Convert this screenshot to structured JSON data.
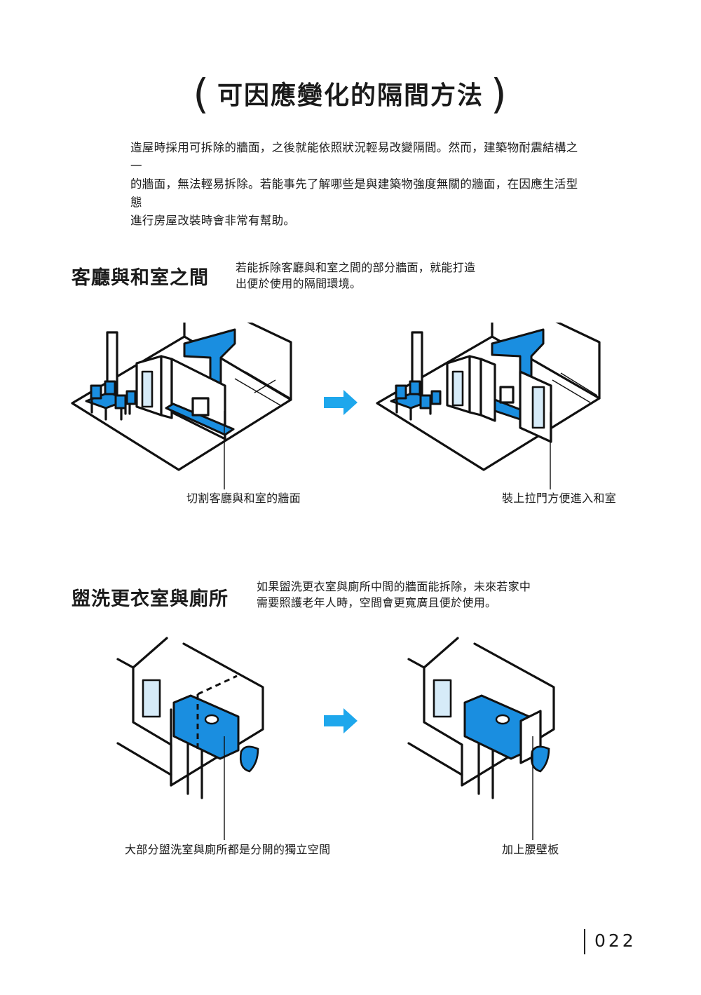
{
  "page": {
    "title": "可因應變化的隔間方法",
    "paren_open": "(",
    "paren_close": ")",
    "intro": [
      "造屋時採用可拆除的牆面，之後就能依照狀況輕易改變隔間。然而，建築物耐震結構之一",
      "的牆面，無法輕易拆除。若能事先了解哪些是與建築物強度無關的牆面，在因應生活型態",
      "進行房屋改裝時會非常有幫助。"
    ],
    "page_number": "022"
  },
  "sections": [
    {
      "title": "客廳與和室之間",
      "description": [
        "若能拆除客廳與和室之間的部分牆面，就能打造",
        "出便於使用的隔間環境。"
      ],
      "before_caption": "切割客廳與和室的牆面",
      "after_caption": "裝上拉門方便進入和室"
    },
    {
      "title": "盥洗更衣室與廁所",
      "description": [
        "如果盥洗更衣室與廁所中間的牆面能拆除，未來若家中",
        "需要照護老年人時，空間會更寬廣且便於使用。"
      ],
      "before_caption": "大部分盥洗室與廁所都是分開的獨立空間",
      "after_caption": "加上腰壁板"
    }
  ],
  "colors": {
    "accent_blue": "#1a8ee0",
    "light_blue": "#d6ebf8",
    "arrow_blue": "#1ea7ec",
    "ink": "#111111"
  },
  "icons": {
    "arrow": "right-arrow-icon"
  }
}
